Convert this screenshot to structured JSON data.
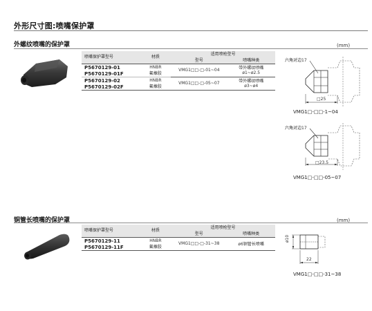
{
  "page": {
    "title": "外形尺寸图:喷嘴保护罩",
    "unit": "(mm)"
  },
  "colors": {
    "rubber": "#3a3a3a",
    "rule": "#7a7a7a",
    "header_bg": "#e6e6e6"
  },
  "section1": {
    "title": "外螺纹喷嘴的保护罩",
    "unit": "(mm)",
    "headers": {
      "part": "喷嘴保护罩型号",
      "material": "材质",
      "applicable": "适用喷枪型号",
      "model": "型号",
      "nozzle_type": "喷嘴种类"
    },
    "rows": [
      {
        "part": "P5670129-01",
        "material": "HNBR"
      },
      {
        "part": "P5670129-01F",
        "material": "氟橡胶"
      },
      {
        "part": "P5670129-02",
        "material": "HNBR"
      },
      {
        "part": "P5670129-02F",
        "material": "氟橡胶"
      }
    ],
    "groups": [
      {
        "model": "VMG1□□-□-01~04",
        "nozzle_line1": "带外螺纹喷嘴",
        "nozzle_line2": "ø1~ø2.5"
      },
      {
        "model": "VMG1□□-□-05~07",
        "nozzle_line1": "带外螺纹喷嘴",
        "nozzle_line2": "ø3~ø4"
      }
    ],
    "drawings": [
      {
        "hex_label": "六角对边17",
        "dim": "□25",
        "caption": "VMG1□-□□-1~04"
      },
      {
        "hex_label": "六角对边17",
        "dim": "□23.5",
        "caption": "VMG1□-□□-05~07"
      }
    ]
  },
  "section2": {
    "title": "铜管长喷嘴的保护罩",
    "unit": "(mm)",
    "headers": {
      "part": "喷嘴保护罩型号",
      "material": "材质",
      "applicable": "适用喷枪型号",
      "model": "型号",
      "nozzle_type": "喷嘴种类"
    },
    "rows": [
      {
        "part": "P5670129-11",
        "material": "HNBR"
      },
      {
        "part": "P5670129-11F",
        "material": "氟橡胶"
      }
    ],
    "group": {
      "model": "VMG1□□-□-31~38",
      "nozzle": "ø6铜管长喷嘴"
    },
    "drawing": {
      "dia": "ø10",
      "len": "22",
      "caption": "VMG1□-□□-31~38"
    }
  }
}
